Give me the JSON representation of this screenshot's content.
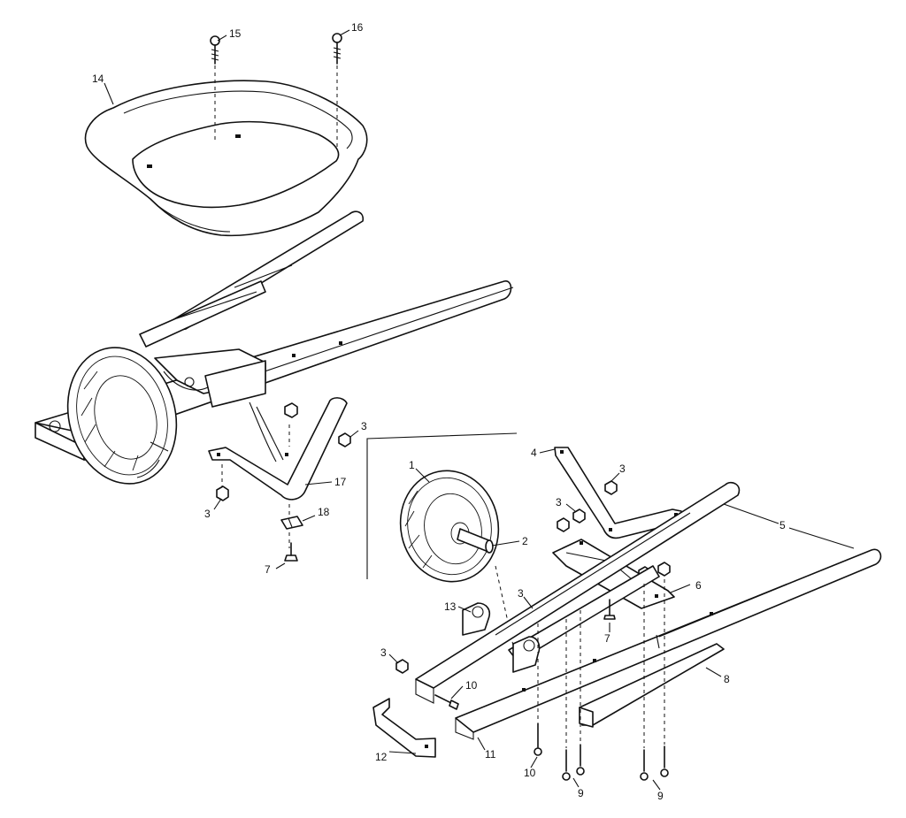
{
  "diagram": {
    "callouts": [
      {
        "id": "c15",
        "text": "15"
      },
      {
        "id": "c16",
        "text": "16"
      },
      {
        "id": "c14",
        "text": "14"
      },
      {
        "id": "c3a",
        "text": "3"
      },
      {
        "id": "c3b",
        "text": "3"
      },
      {
        "id": "c17",
        "text": "17"
      },
      {
        "id": "c18",
        "text": "18"
      },
      {
        "id": "c7a",
        "text": "7"
      },
      {
        "id": "c1",
        "text": "1"
      },
      {
        "id": "c2",
        "text": "2"
      },
      {
        "id": "c4",
        "text": "4"
      },
      {
        "id": "c3c",
        "text": "3"
      },
      {
        "id": "c3d",
        "text": "3"
      },
      {
        "id": "c5",
        "text": "5"
      },
      {
        "id": "c6",
        "text": "6"
      },
      {
        "id": "c13",
        "text": "13"
      },
      {
        "id": "c3e",
        "text": "3"
      },
      {
        "id": "c7b",
        "text": "7"
      },
      {
        "id": "c3f",
        "text": "3"
      },
      {
        "id": "c10a",
        "text": "10"
      },
      {
        "id": "c8",
        "text": "8"
      },
      {
        "id": "c12",
        "text": "12"
      },
      {
        "id": "c11",
        "text": "11"
      },
      {
        "id": "c10b",
        "text": "10"
      },
      {
        "id": "c9a",
        "text": "9"
      },
      {
        "id": "c9b",
        "text": "9"
      }
    ]
  }
}
